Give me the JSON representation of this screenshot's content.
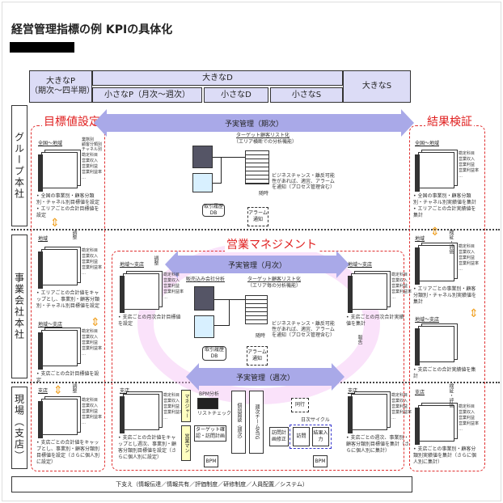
{
  "title": "経営管理指標の例 KPIの具体化",
  "header": {
    "big_p": "大きなP",
    "big_p_sub": "（期次～四半期）",
    "big_d": "大きなD",
    "small_p": "小さなP（月次～週次）",
    "small_d": "小さなD",
    "small_s": "小さなS",
    "big_s": "大きなS"
  },
  "rows": {
    "group": "グループ本社",
    "company": "事業会社本社",
    "field": "現場（支店）"
  },
  "labels": {
    "target_setting": "目標値設定",
    "result_verify": "結果検証",
    "sales_mgmt": "営業マネジメント"
  },
  "arrows": {
    "period": "予実管理（期次）",
    "monthly": "予実管理（月次）",
    "weekly": "予実管理（週次）"
  },
  "group": {
    "left": {
      "label": "全国～地域",
      "side1": [
        "業態別",
        "顧客分類別",
        "チャネル別"
      ],
      "side2": [
        "勘定科目",
        "営業収入",
        "営業利益",
        "営業利益率",
        "…"
      ],
      "bullets": [
        "全国の事業別・顧客分類別・チャネル別目標値を設定",
        "エリアごとの合計目標値を設定"
      ]
    },
    "center": {
      "list_title": "ターゲット顧客リスト化",
      "list_sub": "（エリア横断での分析機能）",
      "db": "取引履歴 DB",
      "bullet": "ビジネスチャンス・離反可能性があれば、適宜、アラームを通知（プロセス管理含む）",
      "timely": "随時",
      "alarm": "アラーム通知"
    },
    "right": {
      "label": "全国～地域",
      "side": [
        "勘定科目",
        "営業収入",
        "営業利益",
        "営業利益率",
        "…"
      ],
      "bullets": [
        "全国の事業別・顧客分類別・チャネル別実績値を集計",
        "エリアごとの合計実績値を集計"
      ]
    }
  },
  "company": {
    "left_top": {
      "label": "地域",
      "adjust": "調整",
      "side": [
        "勘定科目",
        "営業収入",
        "営業利益",
        "営業利益率",
        "…"
      ],
      "bullets": [
        "エリアごとの合計値をキャップとし、事業別・顧客分類別・チャネル別目標値を設定"
      ]
    },
    "left_bottom": {
      "label": "地域～支店",
      "side": [
        "勘定科目",
        "営業収入",
        "営業利益",
        "営業利益率",
        "…"
      ],
      "bullets": [
        "支店ごとの合計目標値を設定"
      ]
    },
    "mid": {
      "label": "地域～支店",
      "side": [
        "勘定科目",
        "営業収入",
        "営業利益",
        "営業利益率",
        "…"
      ],
      "bullet": "支店ごとの月次合計目標値を設定",
      "adjust": "調整"
    },
    "analysis": {
      "title": "販売込み会社分析",
      "list_title": "ターゲット顧客リスト化",
      "list_sub": "（エリア毎の分析機能）",
      "db": "取引履歴 DB",
      "bullet": "ビジネスチャンス・離反可能性があれば、適宜、アラームを通知（プロセス管理含む）",
      "timely": "随時",
      "alarm": "アラーム通知"
    },
    "mid_right": {
      "label": "地域～支店",
      "side": [
        "勘定科目",
        "営業収入",
        "営業利益",
        "営業利益率",
        "…"
      ],
      "bullet": "支店ごとの月次合計実績値を集計",
      "report": "報告"
    },
    "right_top": {
      "label": "地域",
      "verify": "検証・評価",
      "side": [
        "勘定科目",
        "営業収入",
        "営業利益",
        "営業利益率",
        "…"
      ],
      "bullets": [
        "エリアごとの事業別・顧客分類別・チャネル別実績値を集計"
      ]
    },
    "right_bottom": {
      "label": "地域～支店",
      "bullets": [
        "支店ごとの合計実績値を集計"
      ]
    }
  },
  "field": {
    "left": {
      "label": "支店",
      "adjust": "調整",
      "side": [
        "勘定科目",
        "営業収入",
        "営業利益",
        "営業利益率",
        "…"
      ],
      "bullets": [
        "支店ごとの合計値をキャップとし、事業別・顧客分類別目標値を設定（さらに個人別に設定）"
      ]
    },
    "mid_left": {
      "label": "支店",
      "side": [
        "勘定科目",
        "営業収入",
        "営業利益",
        "営業利益率",
        "…"
      ],
      "bullets": [
        "支店ごとの合計値をキャップとし週次、事業別・顧客分類別目標値を設定（さらに個人別に設定）"
      ]
    },
    "process": {
      "manager": "マネジャー",
      "salesman": "営業マン",
      "bpm_analysis": "BPM分析",
      "list_check": "リストチェック",
      "target_visit": "ターゲット確認・訪問計画",
      "bpm": "BPM",
      "interview": "個別面談（週次）",
      "team_mtg": "週次チームMTG",
      "accompany": "同行",
      "daily": "日次サイクル",
      "plan_fix": "訪問計画修正",
      "visit": "訪問",
      "result_input": "結果入力",
      "bpm2": "BPM"
    },
    "mid_right": {
      "label": "支店",
      "side": [
        "勘定科目",
        "営業収入",
        "営業利益",
        "営業利益率",
        "…"
      ],
      "bullets": [
        "支店ごとの週次、事業別・顧客分類別目標値を集計（さらに個人別に集計）"
      ]
    },
    "right": {
      "label": "支店",
      "verify": "検証・評価",
      "side": [
        "勘定科目",
        "営業収入",
        "営業利益",
        "営業利益率",
        "…"
      ],
      "bullets": [
        "支店ごとの事業別・顧客分類別実績値を集計（さらに個人別に集計）"
      ]
    }
  },
  "footer": "下支え（情報伝達／情報共有／評価制度／研修制度／人員配置／システム）",
  "colors": {
    "header_fill": "#dcdcf6",
    "arrow_fill": "#a9a9e8",
    "red_accent": "#e02020",
    "highlight_blue": "#c8c8f0",
    "highlight_pink": "#f8c8f0",
    "yellow": "#ffffc0",
    "updown_arrow": "#f0a020"
  }
}
